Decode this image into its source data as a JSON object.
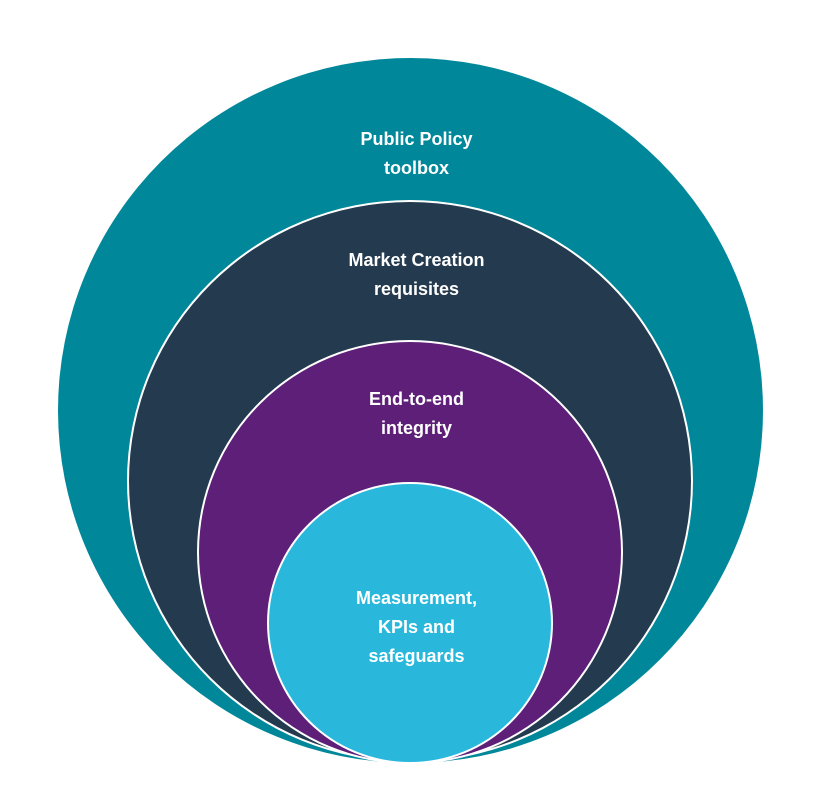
{
  "diagram": {
    "layers": [
      {
        "lines": [
          "Public Policy",
          "toolbox"
        ],
        "color": "#00889a"
      },
      {
        "lines": [
          "Market Creation",
          "requisites"
        ],
        "color": "#243a4f"
      },
      {
        "lines": [
          "End-to-end",
          "integrity"
        ],
        "color": "#5e1f78"
      },
      {
        "lines": [
          "Measurement,",
          "KPIs and",
          "safeguards"
        ],
        "color": "#29b8dc"
      }
    ]
  }
}
